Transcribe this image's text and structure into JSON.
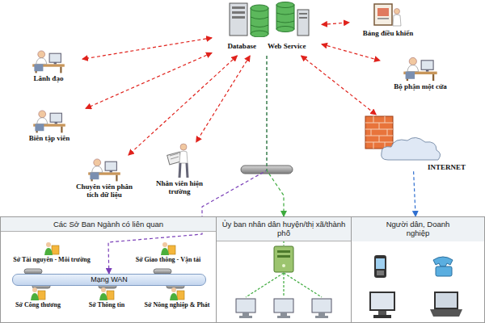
{
  "diagram": {
    "nodes": [
      {
        "text": [
          "Database",
          "Web Service"
        ]
      },
      {
        "text": [
          "Bảng điều khiển"
        ]
      },
      {
        "text": [
          "Lãnh đạo"
        ]
      },
      {
        "text": [
          "Bộ phận một cửa"
        ]
      },
      {
        "text": [
          "Biên tập viên"
        ]
      },
      {
        "text": [
          "INTERNET"
        ]
      },
      {
        "text": [
          "Chuyên viên phân tích dữ liệu"
        ]
      },
      {
        "text": [
          "Nhân viên hiện trường"
        ]
      },
      {
        "text": [
          "Các Sở Ban Ngành có liên quan"
        ]
      },
      {
        "text": [
          "Sở Tài nguyên - Môi trường"
        ],
        "in": 8
      },
      {
        "text": [
          "Sở Giao thông - Vận tải"
        ],
        "in": 8
      },
      {
        "text": [
          "Mạng WAN"
        ],
        "in": 8
      },
      {
        "text": [
          "Sở Công thương"
        ],
        "in": 8
      },
      {
        "text": [
          "Sở Thông tin"
        ],
        "in": 8
      },
      {
        "text": [
          "Sở Nông nghiệp & Phát"
        ],
        "in": 8
      },
      {
        "text": [
          "Ủy ban nhân dân huyện/thị xã/thành phố"
        ]
      },
      {
        "text": [
          "Người dân, Doanh nghiệp"
        ]
      }
    ],
    "edges": [
      {
        "from": 0,
        "to": 1,
        "arrow": "both"
      },
      {
        "from": 0,
        "to": 2,
        "arrow": "both"
      },
      {
        "from": 0,
        "to": 3,
        "arrow": "both"
      },
      {
        "from": 0,
        "to": 4,
        "arrow": "both"
      },
      {
        "from": 0,
        "to": 5,
        "arrow": "both"
      },
      {
        "from": 0,
        "to": 6,
        "arrow": "both"
      },
      {
        "from": 0,
        "to": 7,
        "arrow": "both"
      },
      {
        "from": 0,
        "to": 11,
        "arrow": "to"
      },
      {
        "from": 0,
        "to": 15,
        "arrow": "to"
      },
      {
        "from": 5,
        "to": 16,
        "arrow": "to"
      }
    ]
  }
}
